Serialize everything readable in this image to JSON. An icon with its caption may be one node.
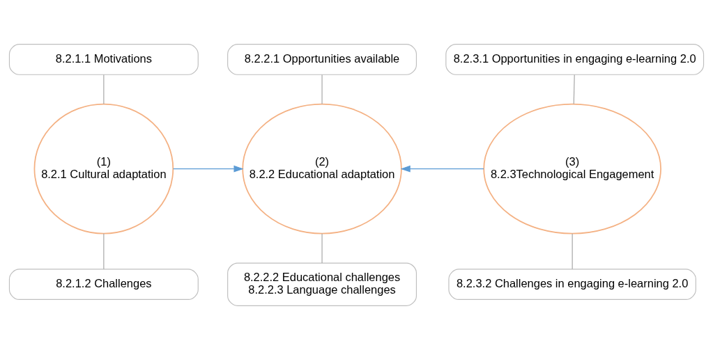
{
  "diagram": {
    "nodes": [
      {
        "text": [
          "8.2.1.1 Motivations"
        ]
      },
      {
        "text": [
          "(1)",
          "8.2.1 Cultural adaptation"
        ]
      },
      {
        "text": [
          "8.2.1.2 Challenges"
        ]
      },
      {
        "text": [
          "8.2.2.1 Opportunities available"
        ]
      },
      {
        "text": [
          "(2)",
          "8.2.2 Educational adaptation"
        ]
      },
      {
        "text": [
          "8.2.2.2 Educational challenges",
          "8.2.2.3 Language challenges"
        ]
      },
      {
        "text": [
          "8.2.3.1 Opportunities in engaging e-learning 2.0"
        ]
      },
      {
        "text": [
          "(3)",
          "8.2.3Technological Engagement"
        ]
      },
      {
        "text": [
          "8.2.3.2 Challenges in engaging e-learning 2.0"
        ]
      }
    ],
    "edges": [
      {
        "from": 0,
        "to": 1,
        "arrow": "none"
      },
      {
        "from": 1,
        "to": 2,
        "arrow": "none"
      },
      {
        "from": 3,
        "to": 4,
        "arrow": "none"
      },
      {
        "from": 4,
        "to": 5,
        "arrow": "none"
      },
      {
        "from": 6,
        "to": 7,
        "arrow": "none"
      },
      {
        "from": 7,
        "to": 8,
        "arrow": "none"
      },
      {
        "from": 1,
        "to": 4,
        "arrow": "to",
        "color": "#5b9bd5"
      },
      {
        "from": 7,
        "to": 4,
        "arrow": "to",
        "color": "#5b9bd5"
      }
    ]
  }
}
